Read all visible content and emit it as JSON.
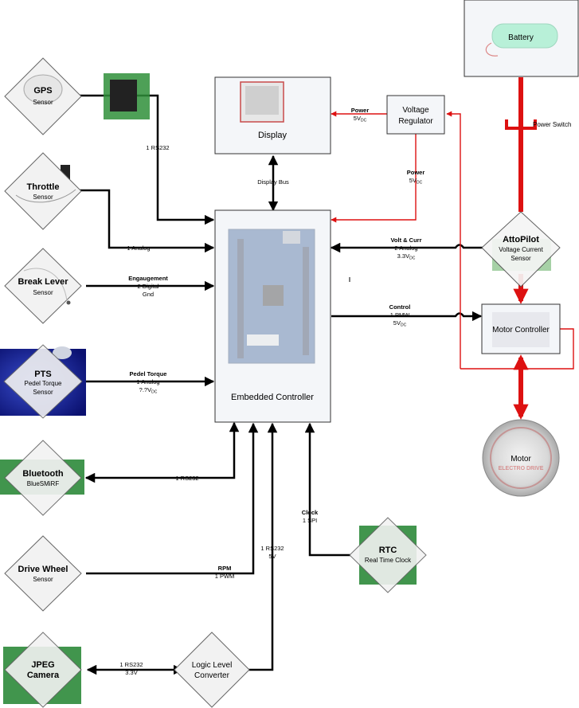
{
  "nodes": {
    "gps": {
      "title": "GPS",
      "sub": "Sensor"
    },
    "throttle": {
      "title": "Throttle",
      "sub": "Sensor"
    },
    "brake": {
      "title": "Break Lever",
      "sub": "Sensor"
    },
    "pts": {
      "title": "PTS",
      "sub1": "Pedel Torque",
      "sub2": "Sensor"
    },
    "bluetooth": {
      "title": "Bluetooth",
      "sub": "BlueSMiRF"
    },
    "drivewheel": {
      "title": "Drive Wheel",
      "sub": "Sensor"
    },
    "camera": {
      "title1": "JPEG",
      "title2": "Camera"
    },
    "display": {
      "label": "Display"
    },
    "regulator": {
      "label1": "Voltage",
      "label2": "Regulator"
    },
    "battery": {
      "label": "Battery"
    },
    "power_switch": {
      "label": "Power Switch"
    },
    "attopilot": {
      "title": "AttoPilot",
      "sub1": "Voltage Current",
      "sub2": "Sensor"
    },
    "motor_controller": {
      "label": "Motor Controller"
    },
    "motor": {
      "label": "Motor",
      "logo": "ELECTRO DRIVE"
    },
    "controller": {
      "label": "Embedded Controller"
    },
    "rtc": {
      "title": "RTC",
      "sub": "Real Time Clock"
    },
    "logic": {
      "label1": "Logic Level",
      "label2": "Converter"
    }
  },
  "connections": {
    "gps": {
      "label": "1 RS232"
    },
    "throttle": {
      "label": "1 Analog"
    },
    "brake": {
      "bold": "Engaugement",
      "l1": "2 Digital",
      "l2": "Gnd"
    },
    "pts": {
      "bold": "Pedel Torque",
      "l1": "1 Analog",
      "l2": "?.?V",
      "l2sub": "DC"
    },
    "bluetooth": {
      "label": "1 RS232"
    },
    "drivewheel": {
      "bold": "RPM",
      "l1": "1 PWM"
    },
    "camera": {
      "l1": "1 RS232",
      "l2": "3.3V"
    },
    "logic": {
      "l1": "1 RS232",
      "l2": "5V"
    },
    "rtc": {
      "bold": "Clock",
      "l1": "1 SPI"
    },
    "display": {
      "label": "Display Bus"
    },
    "power_display": {
      "bold": "Power",
      "l1": "5V",
      "l1sub": "DC"
    },
    "power_controller": {
      "bold": "Power",
      "l1": "5V",
      "l1sub": "DC"
    },
    "voltcurr": {
      "bold": "Volt & Curr",
      "l1": "2 Analog",
      "l2": "3.3V",
      "l2sub": "DC"
    },
    "control": {
      "bold": "Control",
      "l1": "1 PMW",
      "l2": "5V",
      "l2sub": "DC"
    }
  },
  "colors": {
    "power": "#dd1111",
    "signal": "#000000",
    "box_fill": "#f2f4f7",
    "box_stroke": "#333333"
  }
}
